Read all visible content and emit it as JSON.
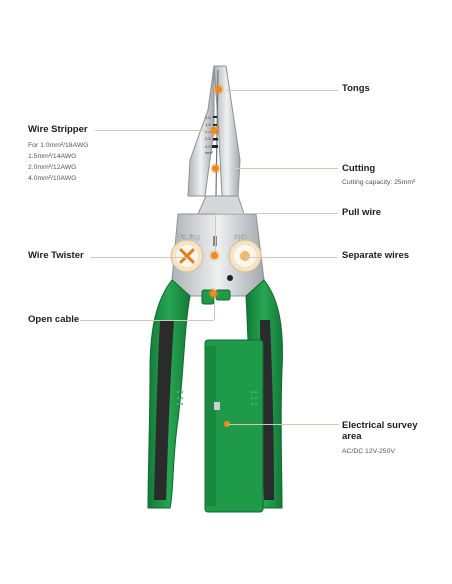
{
  "labels": {
    "tongs": "Tongs",
    "wire_stripper": "Wire Stripper",
    "cutting": "Cutting",
    "cutting_capacity": "Cutting capacity: 25mm²",
    "pull_wire": "Pull wire",
    "wire_twister": "Wire Twister",
    "separate_wires": "Separate wires",
    "open_cable": "Open cable",
    "survey_line1": "Electrical survey",
    "survey_line2": "area",
    "survey_voltage": "AC/DC 12V-250V"
  },
  "stripper_sizes": [
    "For 1.0mm²/18AWG",
    "1.5mm²/14AWG",
    "2.0mm²/12AWG",
    "4.0mm²/10AWG"
  ],
  "jaw_marks": [
    "1.0",
    "1.5",
    "2.0",
    "2.5",
    "4.0",
    "mm²"
  ],
  "head_text": {
    "winding": "Winding",
    "split": "Split"
  },
  "colors": {
    "accent": "#f08a1d",
    "handle_green": "#1f9a48",
    "handle_dark": "#2b2b2b",
    "metal": "#c9cdd0"
  }
}
